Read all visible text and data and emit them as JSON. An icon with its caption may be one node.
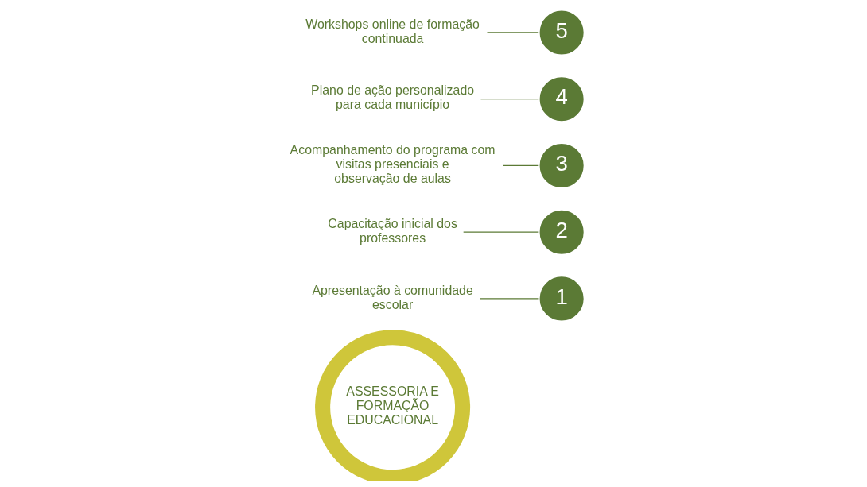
{
  "diagram": {
    "nodes": [
      {
        "text": [
          "ASSESSORIA E FORMAÇÃO EDUCACIONAL"
        ]
      },
      {
        "text": [
          "1"
        ]
      },
      {
        "text": [
          "2"
        ]
      },
      {
        "text": [
          "3"
        ]
      },
      {
        "text": [
          "4"
        ]
      },
      {
        "text": [
          "5"
        ]
      },
      {
        "text": [
          "Workshops online de formação continuada"
        ]
      },
      {
        "text": [
          "Apresentação à comunidade escolar"
        ]
      },
      {
        "text": [
          "Plano de ação personalizado para cada município"
        ]
      },
      {
        "text": [
          "Capacitação inicial dos professores"
        ]
      },
      {
        "text": [
          "Acompanhamento do programa com visitas presenciais e observação de aulas"
        ]
      }
    ],
    "edges": [
      {
        "from": 6,
        "to": 5,
        "arrow": "none"
      },
      {
        "from": 7,
        "to": 1,
        "arrow": "none"
      },
      {
        "from": 8,
        "to": 4,
        "arrow": "none"
      },
      {
        "from": 9,
        "to": 2,
        "arrow": "none"
      },
      {
        "from": 10,
        "to": 3,
        "arrow": "none"
      }
    ]
  }
}
